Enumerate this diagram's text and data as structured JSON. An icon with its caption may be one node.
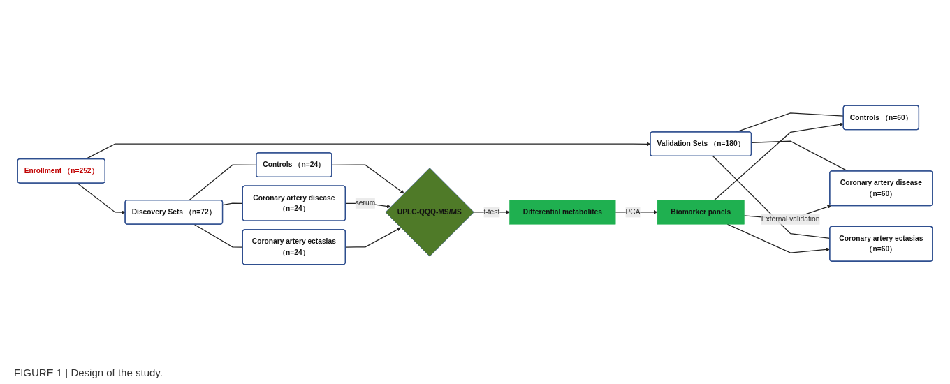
{
  "diagram": {
    "caption": "FIGURE 1 | Design of the study.",
    "nodes": [
      {
        "text": [
          "Enrollment （n=252）"
        ]
      },
      {
        "text": [
          "Discovery Sets （n=72）"
        ]
      },
      {
        "text": [
          "Controls （n=24）"
        ]
      },
      {
        "text": [
          "Coronary artery disease（n=24）"
        ]
      },
      {
        "text": [
          "Coronary artery ectasias（n=24）"
        ]
      },
      {
        "text": [
          "UPLC-QQQ-MS/MS"
        ]
      },
      {
        "text": [
          "Differential metabolites"
        ]
      },
      {
        "text": [
          "Biomarker panels"
        ]
      },
      {
        "text": [
          "Validation Sets （n=180）"
        ]
      },
      {
        "text": [
          "Controls （n=60）"
        ]
      },
      {
        "text": [
          "Coronary artery disease（n=60）"
        ]
      },
      {
        "text": [
          "Coronary artery ectasias（n=60）"
        ]
      }
    ],
    "edges": [
      {
        "from": 0,
        "to": 1,
        "arrow": "to"
      },
      {
        "from": 0,
        "to": 8,
        "arrow": "to"
      },
      {
        "from": 1,
        "to": 2,
        "arrow": "none"
      },
      {
        "from": 1,
        "to": 3,
        "arrow": "none"
      },
      {
        "from": 1,
        "to": 4,
        "arrow": "none"
      },
      {
        "from": 2,
        "to": 5,
        "arrow": "to"
      },
      {
        "from": 3,
        "to": 5,
        "arrow": "to",
        "label": "serum"
      },
      {
        "from": 4,
        "to": 5,
        "arrow": "to"
      },
      {
        "from": 5,
        "to": 6,
        "arrow": "to",
        "label": "t-test"
      },
      {
        "from": 6,
        "to": 7,
        "arrow": "to",
        "label": "PCA"
      },
      {
        "from": 8,
        "to": 9,
        "arrow": "none"
      },
      {
        "from": 8,
        "to": 10,
        "arrow": "none"
      },
      {
        "from": 8,
        "to": 11,
        "arrow": "none"
      },
      {
        "from": 7,
        "to": 9,
        "arrow": "to"
      },
      {
        "from": 7,
        "to": 10,
        "arrow": "to",
        "label": "External validation"
      },
      {
        "from": 7,
        "to": 11,
        "arrow": "to"
      }
    ]
  }
}
